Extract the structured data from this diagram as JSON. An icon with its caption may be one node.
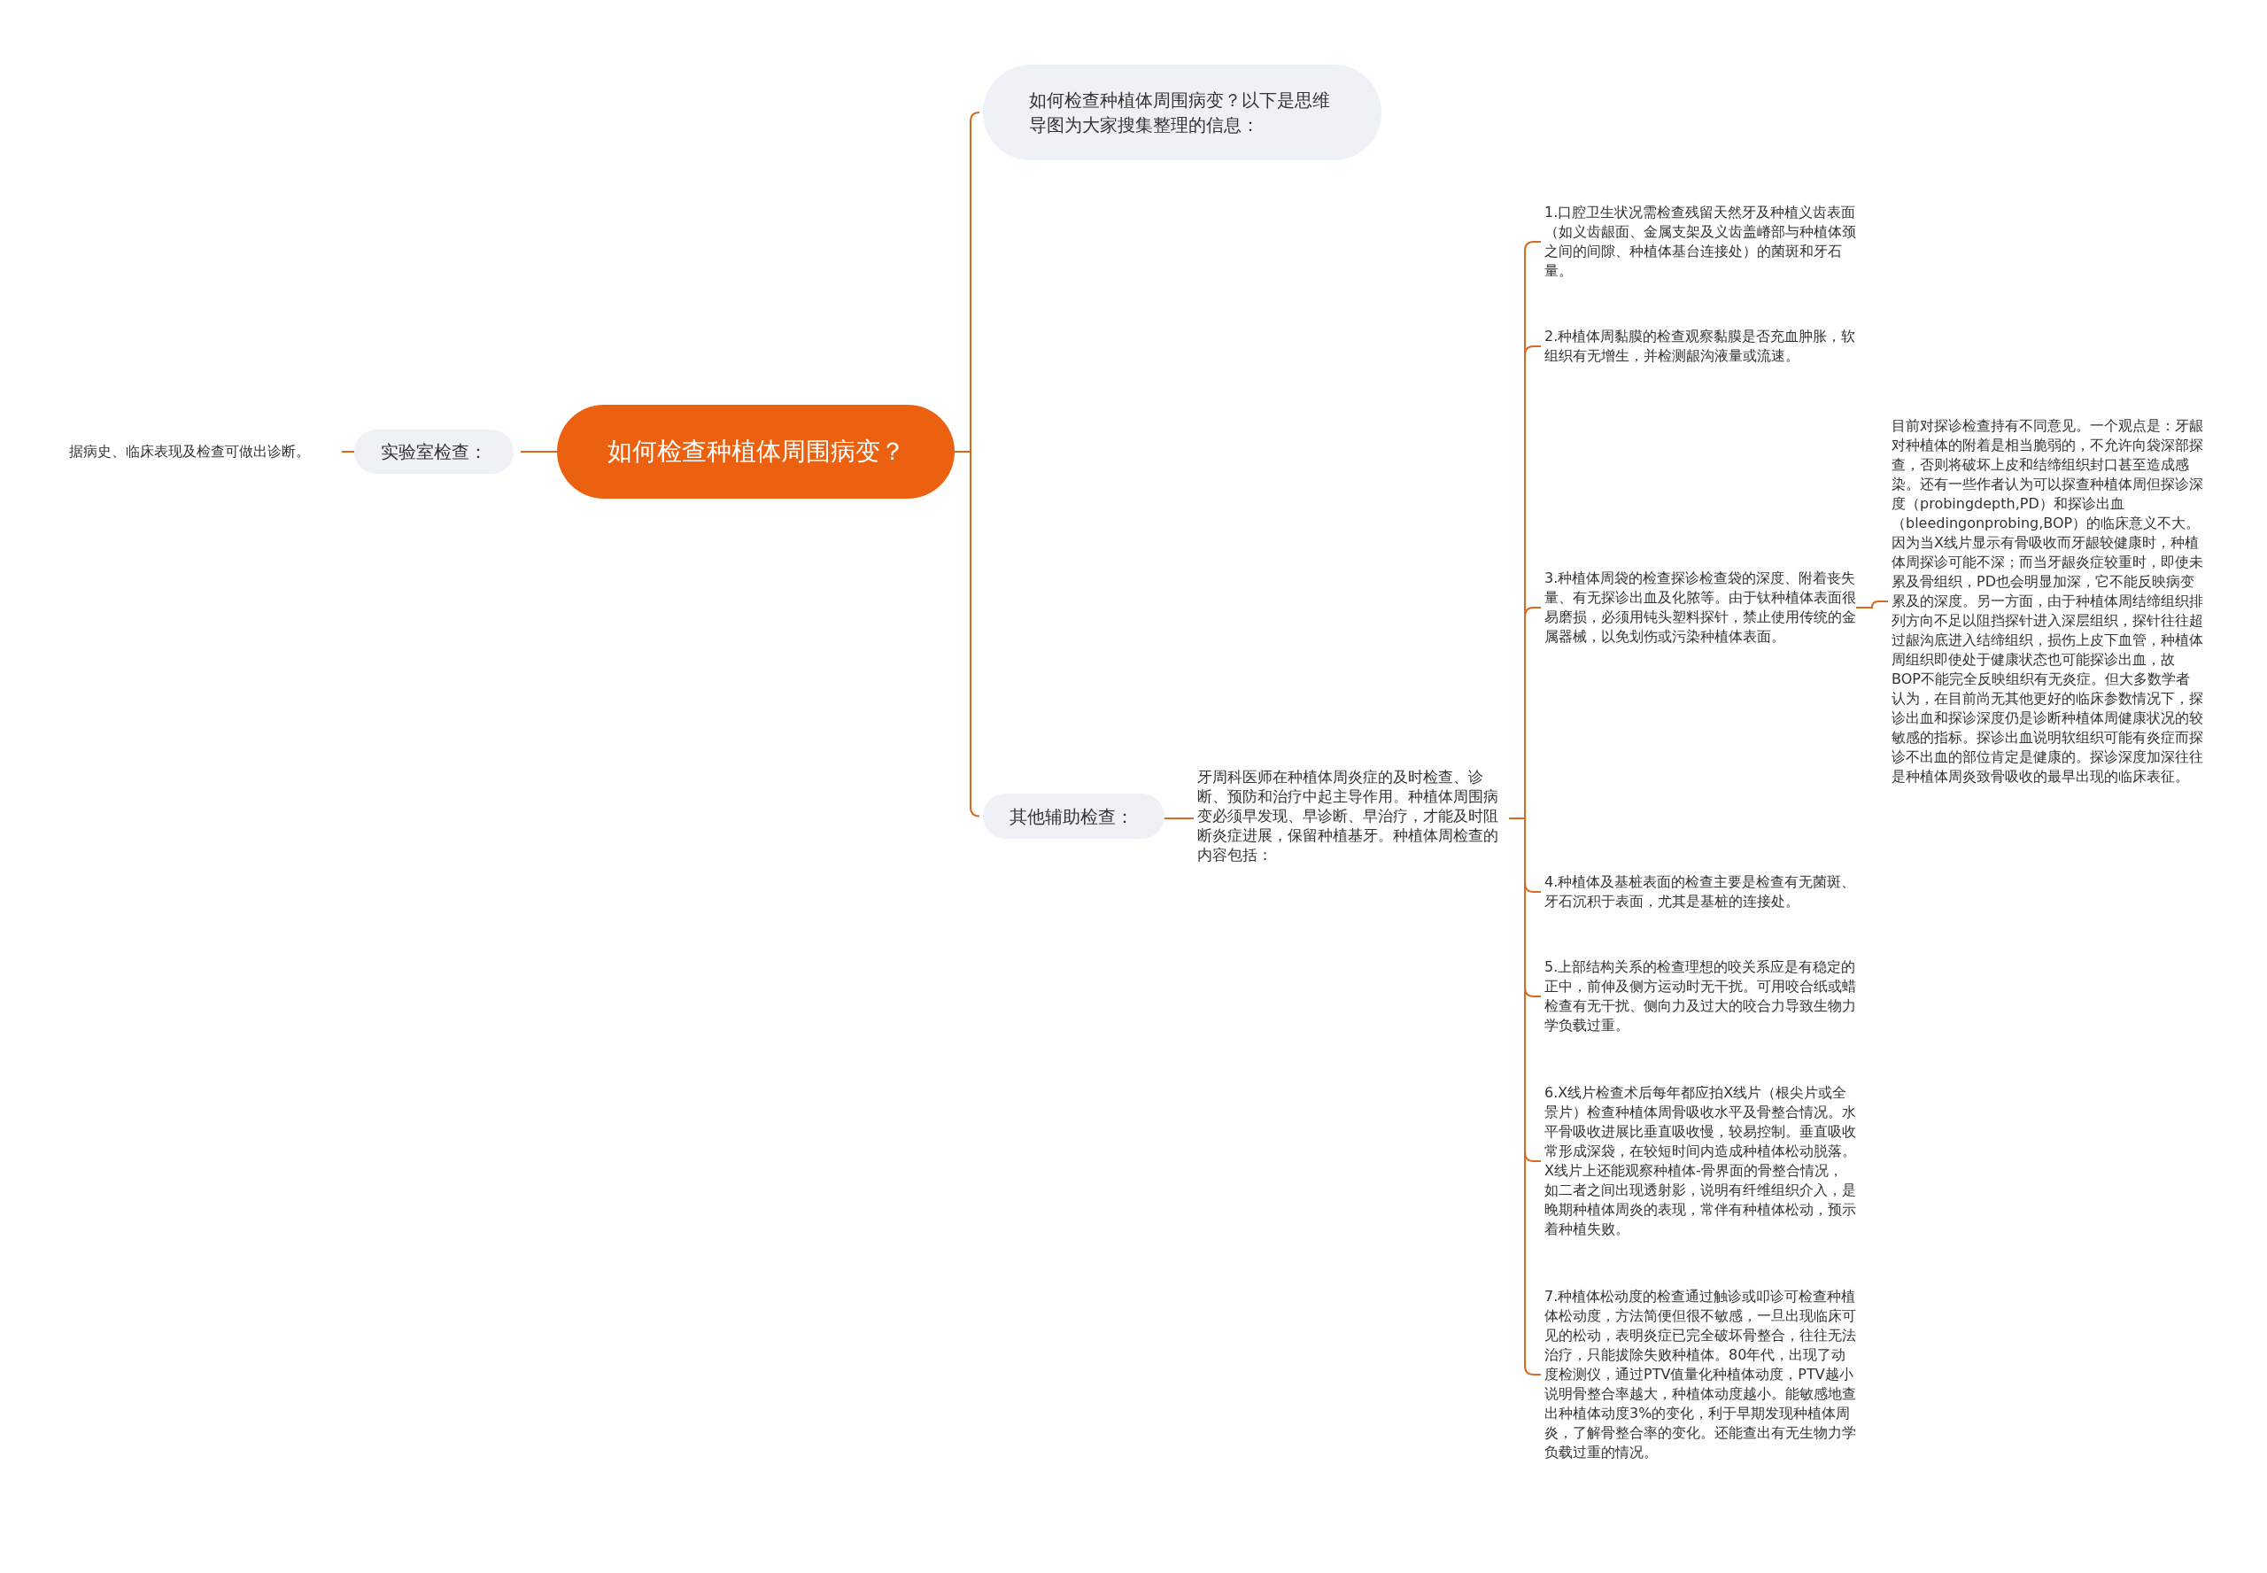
{
  "diagram": {
    "nodes": [
      {
        "text": [
          "如何检查种植体周围病变？"
        ]
      },
      {
        "text": [
          "如何检查种植体周围病变？以下是思维导图为大家搜集整理的信息："
        ]
      },
      {
        "text": [
          "实验室检查："
        ]
      },
      {
        "text": [
          "据病史、临床表现及检查可做出诊断。"
        ]
      },
      {
        "text": [
          "其他辅助检查："
        ]
      },
      {
        "text": [
          "牙周科医师在种植体周炎症的及时检查、诊断、预防和治疗中起主导作用。种植体周围病变必须早发现、早诊断、早治疗，才能及时阻断炎症进展，保留种植基牙。种植体周检查的内容包括："
        ]
      },
      {
        "text": [
          "1.口腔卫生状况需检查残留天然牙及种植义齿表面（如义齿龈面、金属支架及义齿盖嵴部与种植体颈之间的间隙、种植体基台连接处）的菌斑和牙石量。"
        ]
      },
      {
        "text": [
          "2.种植体周黏膜的检查观察黏膜是否充血肿胀，软组织有无增生，并检测龈沟液量或流速。"
        ]
      },
      {
        "text": [
          "3.种植体周袋的检查探诊检查袋的深度、附着丧失量、有无探诊出血及化脓等。由于钛种植体表面很易磨损，必须用钝头塑料探针，禁止使用传统的金属器械，以免划伤或污染种植体表面。"
        ]
      },
      {
        "text": [
          "4.种植体及基桩表面的检查主要是检查有无菌斑、牙石沉积于表面，尤其是基桩的连接处。"
        ]
      },
      {
        "text": [
          "5.上部结构关系的检查理想的咬关系应是有稳定的正中，前伸及侧方运动时无干扰。可用咬合纸或蜡检查有无干扰、侧向力及过大的咬合力导致生物力学负载过重。"
        ]
      },
      {
        "text": [
          "6.X线片检查术后每年都应拍X线片（根尖片或全景片）检查种植体周骨吸收水平及骨整合情况。水平骨吸收进展比垂直吸收慢，较易控制。垂直吸收常形成深袋，在较短时间内造成种植体松动脱落。X线片上还能观察种植体-骨界面的骨整合情况，如二者之间出现透射影，说明有纤维组织介入，是晚期种植体周炎的表现，常伴有种植体松动，预示着种植失败。"
        ]
      },
      {
        "text": [
          "7.种植体松动度的检查通过触诊或叩诊可检查种植体松动度，方法简便但很不敏感，一旦出现临床可见的松动，表明炎症已完全破坏骨整合，往往无法治疗，只能拔除失败种植体。80年代，出现了动度检测仪，通过PTV值量化种植体动度，PTV越小说明骨整合率越大，种植体动度越小。能敏感地查出种植体动度3%的变化，利于早期发现种植体周炎，了解骨整合率的变化。还能查出有无生物力学负载过重的情况。"
        ]
      },
      {
        "text": [
          "目前对探诊检查持有不同意见。一个观点是：牙龈对种植体的附着是相当脆弱的，不允许向袋深部探查，否则将破坏上皮和结缔组织封口甚至造成感染。还有一些作者认为可以探查种植体周但探诊深度（probingdepth,PD）和探诊出血（bleedingonprobing,BOP）的临床意义不大。因为当X线片显示有骨吸收而牙龈较健康时，种植体周探诊可能不深；而当牙龈炎症较重时，即使未累及骨组织，PD也会明显加深，它不能反映病变累及的深度。另一方面，由于种植体周结缔组织排列方向不足以阻挡探针进入深层组织，探针往往超过龈沟底进入结缔组织，损伤上皮下血管，种植体周组织即使处于健康状态也可能探诊出血，故BOP不能完全反映组织有无炎症。但大多数学者认为，在目前尚无其他更好的临床参数情况下，探诊出血和探诊深度仍是诊断种植体周健康状况的较敏感的指标。探诊出血说明软组织可能有炎症而探诊不出血的部位肯定是健康的。探诊深度加深往往是种植体周炎致骨吸收的最早出现的临床表征。"
        ]
      }
    ],
    "edges": [
      {
        "from": 0,
        "to": 1,
        "arrow": "none"
      },
      {
        "from": 0,
        "to": 2,
        "arrow": "none"
      },
      {
        "from": 2,
        "to": 3,
        "arrow": "none"
      },
      {
        "from": 0,
        "to": 4,
        "arrow": "none"
      },
      {
        "from": 4,
        "to": 5,
        "arrow": "none"
      },
      {
        "from": 5,
        "to": 6,
        "arrow": "none"
      },
      {
        "from": 5,
        "to": 7,
        "arrow": "none"
      },
      {
        "from": 5,
        "to": 8,
        "arrow": "none"
      },
      {
        "from": 5,
        "to": 9,
        "arrow": "none"
      },
      {
        "from": 5,
        "to": 10,
        "arrow": "none"
      },
      {
        "from": 5,
        "to": 11,
        "arrow": "none"
      },
      {
        "from": 5,
        "to": 12,
        "arrow": "none"
      },
      {
        "from": 8,
        "to": 13,
        "arrow": "none"
      }
    ]
  }
}
